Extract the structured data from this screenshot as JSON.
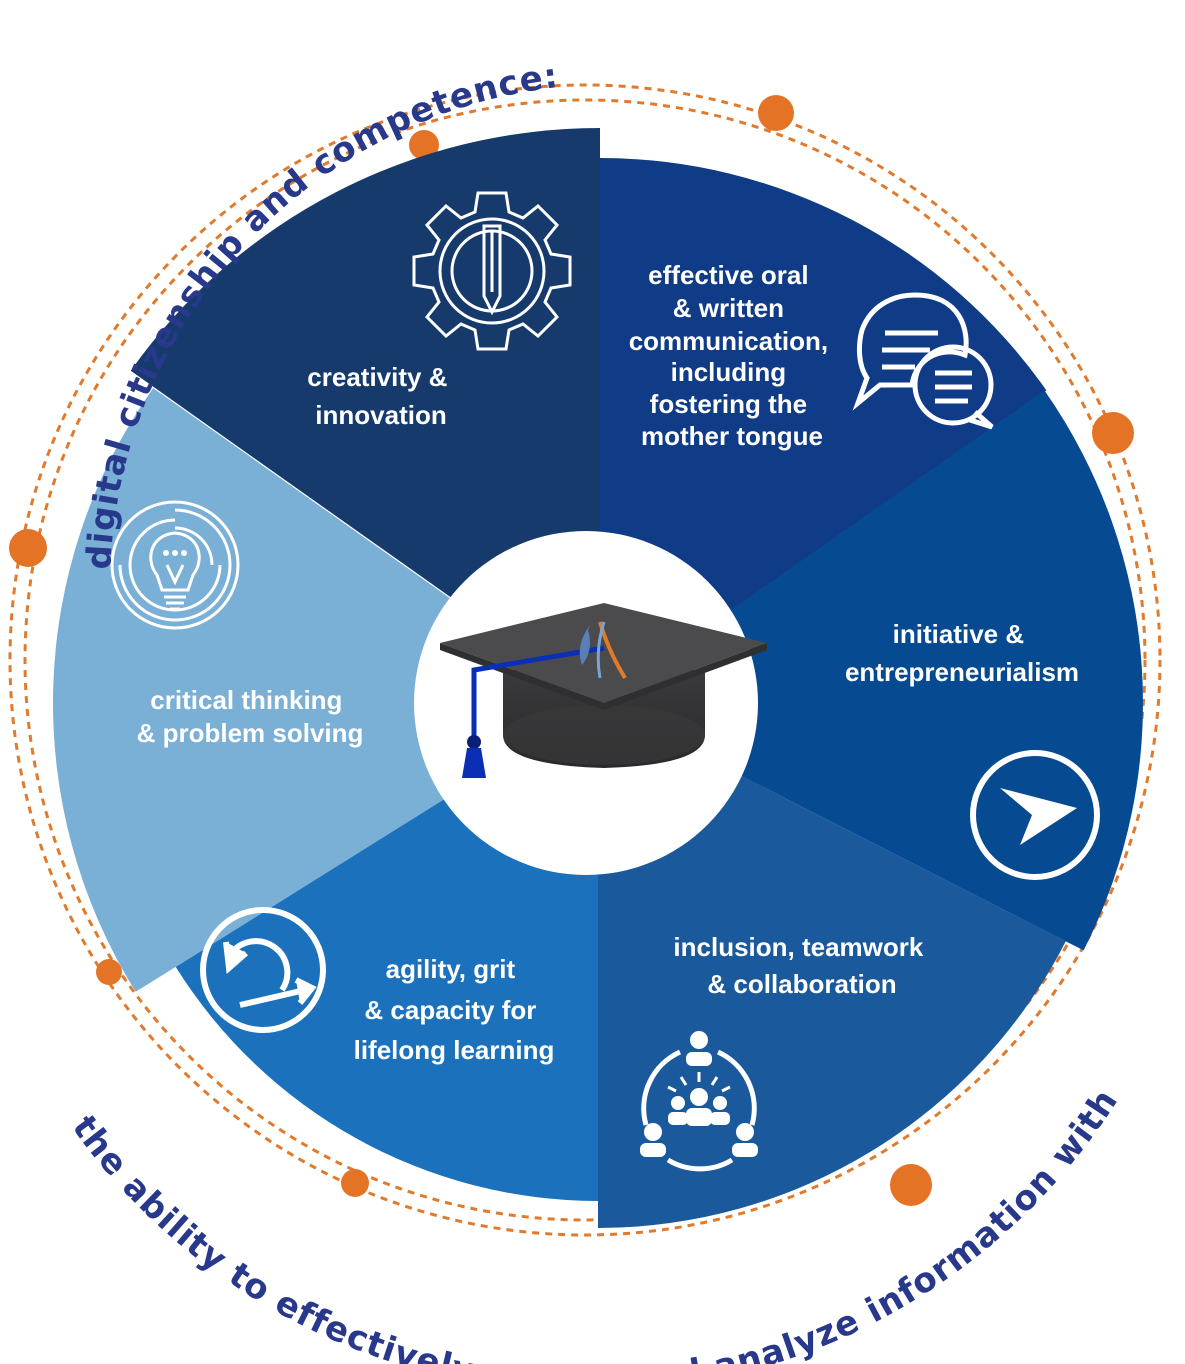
{
  "diagram": {
    "top_arc_text": "digital citizenship and competence:",
    "bottom_arc_text": "the ability to effectively access and analyze information with agility",
    "center_icon": "graduation-cap-icon",
    "segments": [
      {
        "id": "creativity",
        "lines": [
          "creativity &",
          "innovation"
        ],
        "icon": "gear-pencil-icon",
        "color": "#173a6d"
      },
      {
        "id": "communication",
        "lines": [
          "effective oral",
          "& written",
          "communication,",
          "including",
          "fostering the",
          "mother tongue"
        ],
        "icon": "chat-bubbles-icon",
        "color": "#0f3b87"
      },
      {
        "id": "initiative",
        "lines": [
          "initiative &",
          "entrepreneurialism"
        ],
        "icon": "arrow-pointer-icon",
        "color": "#064a91"
      },
      {
        "id": "inclusion",
        "lines": [
          "inclusion, teamwork",
          "& collaboration"
        ],
        "icon": "team-icon",
        "color": "#1a5a9c"
      },
      {
        "id": "agility",
        "lines": [
          "agility, grit",
          "& capacity for",
          "lifelong learning"
        ],
        "icon": "loop-arrow-icon",
        "color": "#1b71bb"
      },
      {
        "id": "critical",
        "lines": [
          "critical thinking",
          "& problem solving"
        ],
        "icon": "lightbulb-maze-icon",
        "color": "#7aafd6"
      }
    ],
    "colors": {
      "ring_dash": "#e07a2c",
      "dot": "#e57325",
      "arc_text": "#28388a",
      "cap_top": "#4a4a4c",
      "cap_tassel": "#0a2fb5"
    }
  }
}
